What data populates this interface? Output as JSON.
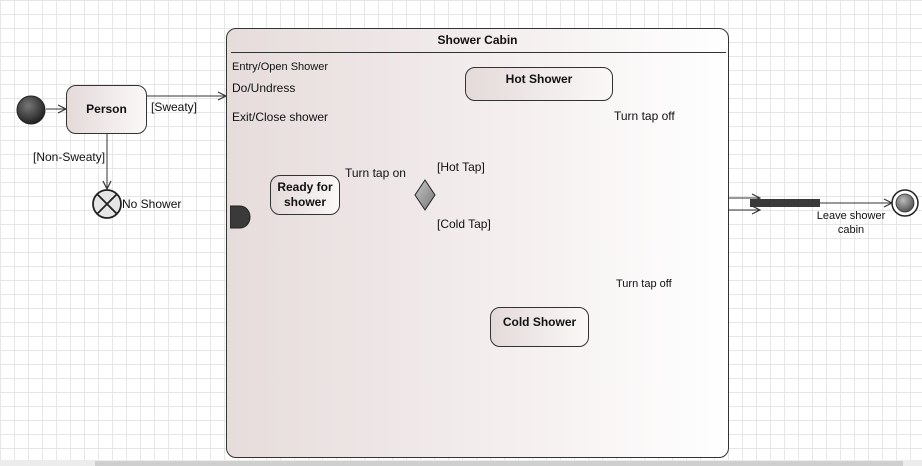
{
  "composite": {
    "title": "Shower Cabin",
    "entry": "Entry/Open Shower",
    "do": "Do/Undress",
    "exit": "Exit/Close shower"
  },
  "states": {
    "person": "Person",
    "ready": "Ready for shower",
    "hot": "Hot Shower",
    "cold": "Cold Shower"
  },
  "labels": {
    "sweaty": "[Sweaty]",
    "non_sweaty": "[Non-Sweaty]",
    "no_shower": "No Shower",
    "turn_tap_on": "Turn tap on",
    "hot_tap": "[Hot Tap]",
    "cold_tap": "[Cold Tap]",
    "turn_tap_off_hot": "Turn tap off",
    "turn_tap_off_cold": "Turn tap off",
    "leave_line1": "Leave shower",
    "leave_line2": "cabin"
  },
  "colors": {
    "line": "#333333",
    "node_fill": "#444444",
    "bar_fill": "#3a3a3a",
    "decision_fill": "#9a9a9a"
  },
  "icons": {
    "initial": "initial-node-icon",
    "final": "final-node-icon",
    "terminate": "terminate-node-icon",
    "entry_point": "entry-point-icon",
    "decision": "decision-diamond-icon",
    "join": "join-bar-icon"
  }
}
